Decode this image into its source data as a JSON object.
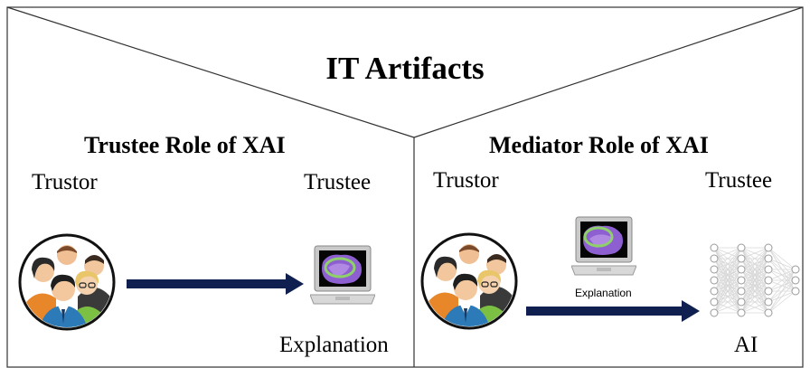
{
  "title": "IT Artifacts",
  "left_panel": {
    "heading": "Trustee Role of XAI",
    "trustor_label": "Trustor",
    "trustee_label": "Trustee",
    "explanation_label": "Explanation"
  },
  "right_panel": {
    "heading": "Mediator Role of XAI",
    "trustor_label": "Trustor",
    "trustee_label": "Trustee",
    "explanation_label": "Explanation",
    "ai_label": "AI"
  },
  "icons": {
    "people_group": "people-group-icon",
    "laptop": "laptop-icon",
    "neural_network": "neural-network-icon",
    "arrow": "arrow-right-icon"
  },
  "colors": {
    "arrow": "#0f1f4f",
    "screen_overlay": "#8e5fd0",
    "highlight_circle": "#8ed06a"
  }
}
